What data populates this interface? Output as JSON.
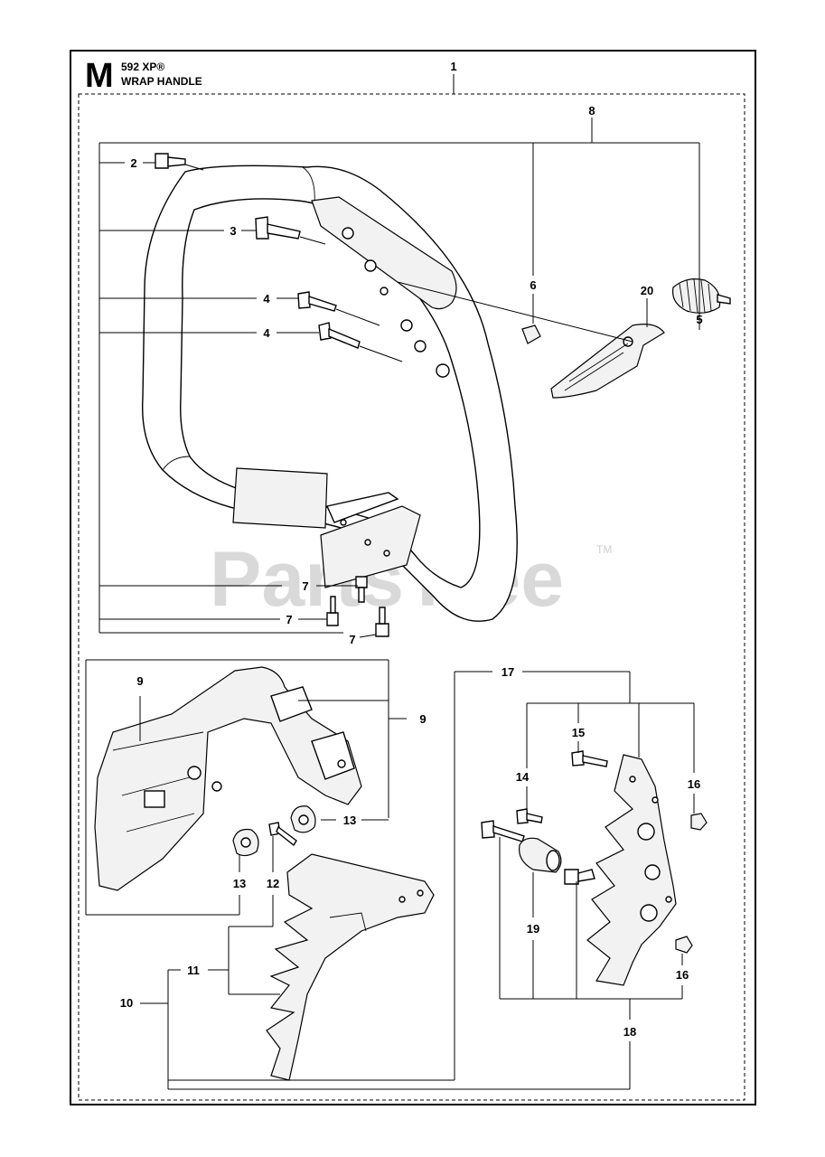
{
  "header": {
    "section_letter": "M",
    "model": "592 XP®",
    "subtitle": "WRAP HANDLE"
  },
  "watermark": {
    "text": "PartsTree",
    "tm": "TM"
  },
  "callouts": {
    "c1": "1",
    "c2": "2",
    "c3": "3",
    "c4a": "4",
    "c4b": "4",
    "c5": "5",
    "c6": "6",
    "c7a": "7",
    "c7b": "7",
    "c7c": "7",
    "c8": "8",
    "c9a": "9",
    "c9b": "9",
    "c10": "10",
    "c11": "11",
    "c12": "12",
    "c13a": "13",
    "c13b": "13",
    "c14": "14",
    "c15": "15",
    "c16a": "16",
    "c16b": "16",
    "c17": "17",
    "c18": "18",
    "c19": "19",
    "c20": "20"
  }
}
